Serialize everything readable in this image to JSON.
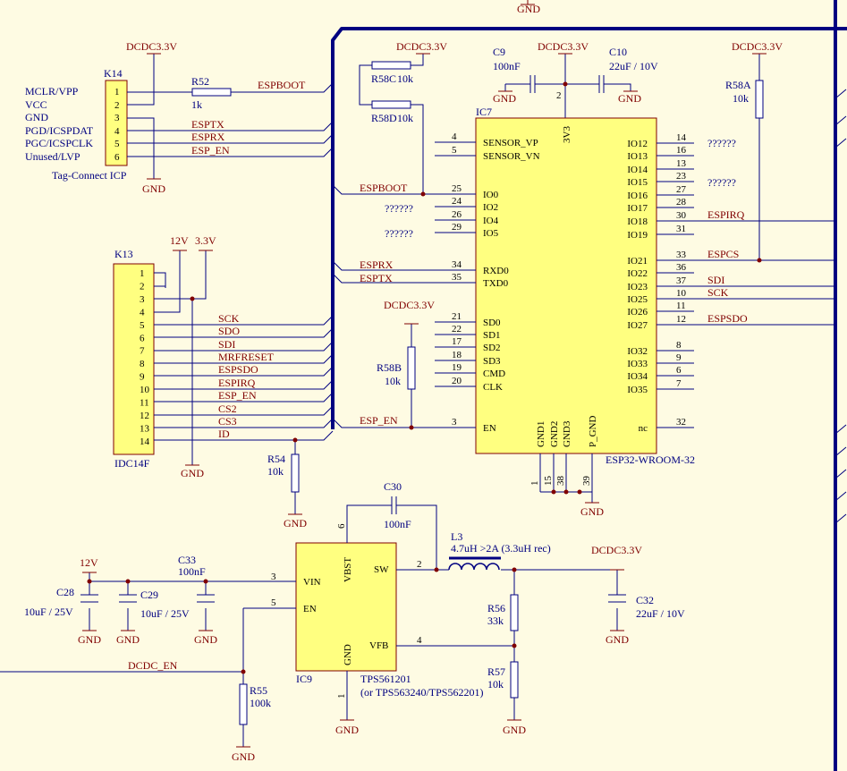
{
  "rails": {
    "vcc33": "DCDC3.3V",
    "gnd": "GND",
    "v12": "12V",
    "v33": "3.3V"
  },
  "k14": {
    "ref": "K14",
    "name": "Tag-Connect ICP",
    "signals": [
      "MCLR/VPP",
      "VCC",
      "GND",
      "PGD/ICSPDAT",
      "PGC/ICSPCLK",
      "Unused/LVP"
    ],
    "pins": [
      "1",
      "2",
      "3",
      "4",
      "5",
      "6"
    ],
    "nets": [
      "ESPBOOT",
      "ESPTX",
      "ESPRX",
      "ESP_EN"
    ]
  },
  "r52": {
    "ref": "R52",
    "value": "1k"
  },
  "k13": {
    "ref": "K13",
    "name": "IDC14F",
    "pins": [
      "1",
      "2",
      "3",
      "4",
      "5",
      "6",
      "7",
      "8",
      "9",
      "10",
      "11",
      "12",
      "13",
      "14"
    ],
    "nets": [
      "SCK",
      "SDO",
      "SDI",
      "MRFRESET",
      "ESPSDO",
      "ESPIRQ",
      "ESP_EN",
      "CS2",
      "CS3",
      "ID"
    ]
  },
  "r54": {
    "ref": "R54",
    "value": "10k"
  },
  "r58c": {
    "ref": "R58C",
    "value": "10k"
  },
  "r58d": {
    "ref": "R58D",
    "value": "10k"
  },
  "r58b": {
    "ref": "R58B",
    "value": "10k"
  },
  "r58a": {
    "ref": "R58A",
    "value": "10k"
  },
  "c9": {
    "ref": "C9",
    "value": "100nF"
  },
  "c10": {
    "ref": "C10",
    "value": "22uF / 10V"
  },
  "ic7": {
    "ref": "IC7",
    "part": "ESP32-WROOM-32",
    "top_pin": "2",
    "top_label": "3V3",
    "left": [
      {
        "pin": "4",
        "name": "SENSOR_VP",
        "net": ""
      },
      {
        "pin": "5",
        "name": "SENSOR_VN",
        "net": ""
      },
      {
        "pin": "25",
        "name": "IO0",
        "net": "ESPBOOT"
      },
      {
        "pin": "24",
        "name": "IO2",
        "net": ""
      },
      {
        "pin": "26",
        "name": "IO4",
        "net": ""
      },
      {
        "pin": "29",
        "name": "IO5",
        "net": ""
      },
      {
        "pin": "34",
        "name": "RXD0",
        "net": "ESPRX"
      },
      {
        "pin": "35",
        "name": "TXD0",
        "net": "ESPTX"
      },
      {
        "pin": "21",
        "name": "SD0",
        "net": ""
      },
      {
        "pin": "22",
        "name": "SD1",
        "net": ""
      },
      {
        "pin": "17",
        "name": "SD2",
        "net": ""
      },
      {
        "pin": "18",
        "name": "SD3",
        "net": ""
      },
      {
        "pin": "19",
        "name": "CMD",
        "net": ""
      },
      {
        "pin": "20",
        "name": "CLK",
        "net": ""
      },
      {
        "pin": "3",
        "name": "EN",
        "net": "ESP_EN"
      }
    ],
    "right": [
      {
        "pin": "14",
        "name": "IO12",
        "net": ""
      },
      {
        "pin": "16",
        "name": "IO13",
        "net": ""
      },
      {
        "pin": "13",
        "name": "IO14",
        "net": ""
      },
      {
        "pin": "23",
        "name": "IO15",
        "net": ""
      },
      {
        "pin": "27",
        "name": "IO16",
        "net": ""
      },
      {
        "pin": "28",
        "name": "IO17",
        "net": ""
      },
      {
        "pin": "30",
        "name": "IO18",
        "net": "ESPIRQ"
      },
      {
        "pin": "31",
        "name": "IO19",
        "net": ""
      },
      {
        "pin": "33",
        "name": "IO21",
        "net": "ESPCS"
      },
      {
        "pin": "36",
        "name": "IO22",
        "net": ""
      },
      {
        "pin": "37",
        "name": "IO23",
        "net": "SDI"
      },
      {
        "pin": "10",
        "name": "IO25",
        "net": "SCK"
      },
      {
        "pin": "11",
        "name": "IO26",
        "net": ""
      },
      {
        "pin": "12",
        "name": "IO27",
        "net": "ESPSDO"
      },
      {
        "pin": "8",
        "name": "IO32",
        "net": ""
      },
      {
        "pin": "9",
        "name": "IO33",
        "net": ""
      },
      {
        "pin": "6",
        "name": "IO34",
        "net": ""
      },
      {
        "pin": "7",
        "name": "IO35",
        "net": ""
      },
      {
        "pin": "32",
        "name": "nc",
        "net": ""
      }
    ],
    "bottom": [
      {
        "pin": "1",
        "name": "GND1"
      },
      {
        "pin": "15",
        "name": "GND2"
      },
      {
        "pin": "38",
        "name": "GND3"
      },
      {
        "pin": "39",
        "name": "P_GND"
      }
    ],
    "unknown": "??????"
  },
  "c30": {
    "ref": "C30",
    "value": "100nF"
  },
  "l3": {
    "ref": "L3",
    "value": "4.7uH >2A (3.3uH rec)"
  },
  "ic9": {
    "ref": "IC9",
    "part": "TPS561201",
    "alt": "(or TPS563240/TPS562201)",
    "pins": {
      "vin": {
        "pin": "3",
        "name": "VIN"
      },
      "en": {
        "pin": "5",
        "name": "EN"
      },
      "vbst": {
        "pin": "6",
        "name": "VBST"
      },
      "sw": {
        "pin": "2",
        "name": "SW"
      },
      "vfb": {
        "pin": "4",
        "name": "VFB"
      },
      "gnd": {
        "pin": "1",
        "name": "GND"
      }
    }
  },
  "c33": {
    "ref": "C33",
    "value": "100nF"
  },
  "c28": {
    "ref": "C28",
    "value": "10uF / 25V"
  },
  "c29": {
    "ref": "C29",
    "value": "10uF / 25V"
  },
  "r55": {
    "ref": "R55",
    "value": "100k"
  },
  "r56": {
    "ref": "R56",
    "value": "33k"
  },
  "r57": {
    "ref": "R57",
    "value": "10k"
  },
  "c32": {
    "ref": "C32",
    "value": "22uF / 10V"
  },
  "dcdc_en": "DCDC_EN"
}
